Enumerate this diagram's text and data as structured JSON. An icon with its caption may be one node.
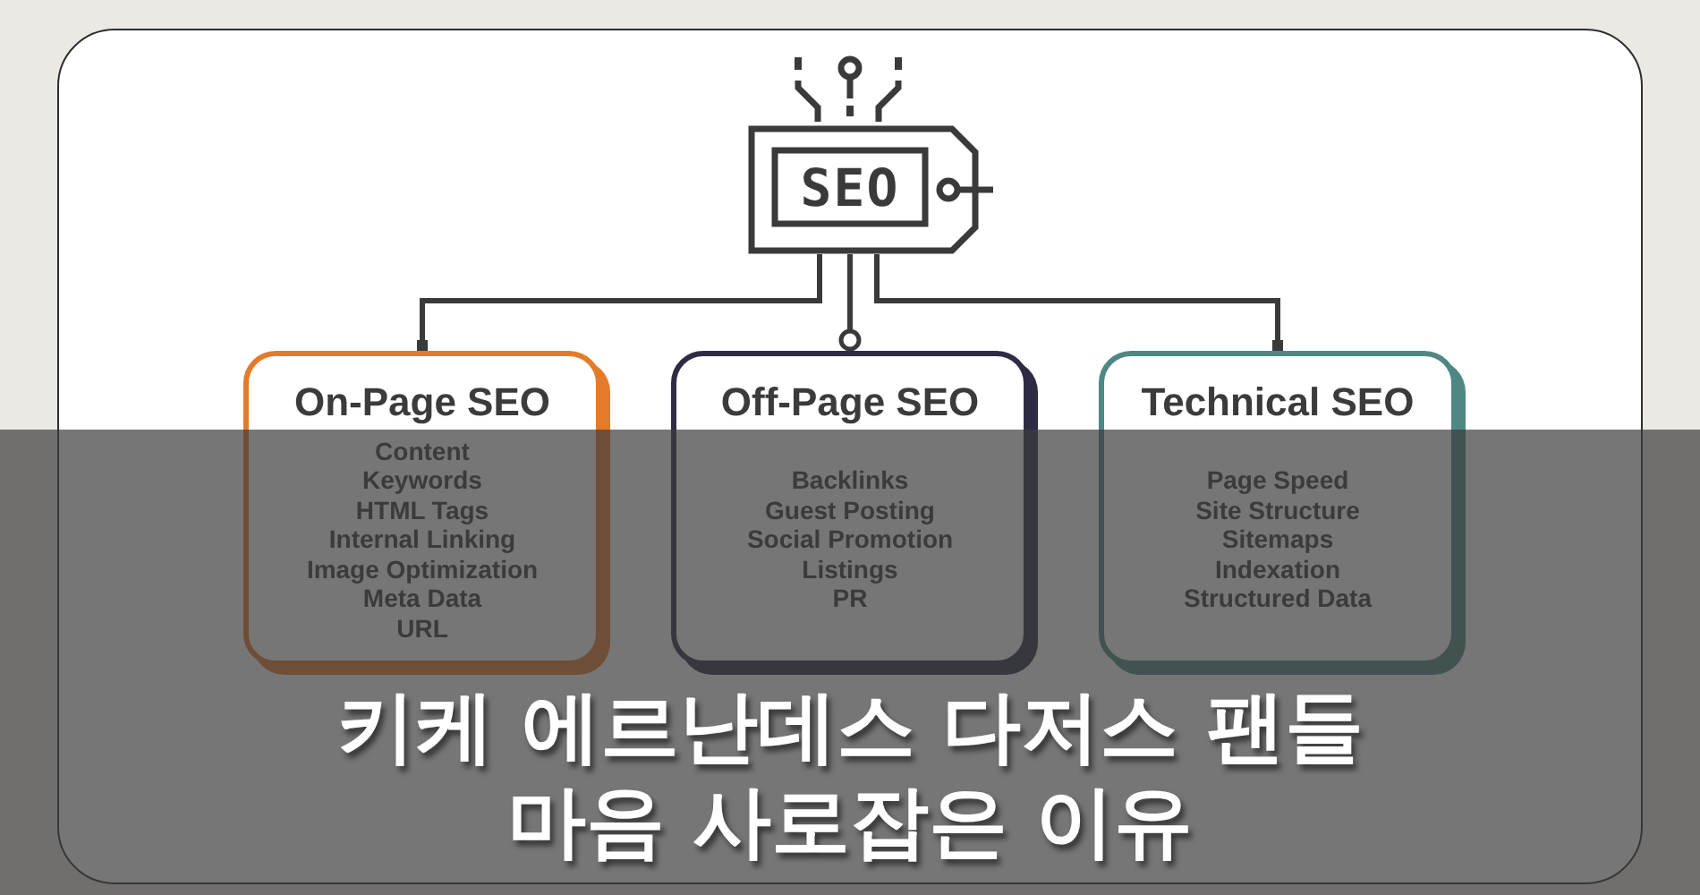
{
  "diagram": {
    "title": "키케 에르난데스 다저스 팬들 마음 사로잡은 이유",
    "nodes": [
      {
        "text": [
          "SEO"
        ]
      },
      {
        "text": [
          "On-Page SEO",
          "Content",
          "Keywords",
          "HTML Tags",
          "Internal Linking",
          "Image Optimization",
          "Meta Data",
          "URL"
        ]
      },
      {
        "text": [
          "Off-Page SEO",
          "Backlinks",
          "Guest Posting",
          "Social Promotion",
          "Listings",
          "PR"
        ]
      },
      {
        "text": [
          "Technical SEO",
          "Page Speed",
          "Site Structure",
          "Sitemaps",
          "Indexation",
          "Structured Data"
        ]
      }
    ],
    "edges": [
      {
        "from": 0,
        "to": 1,
        "arrow": "other"
      },
      {
        "from": 0,
        "to": 2,
        "arrow": "other"
      },
      {
        "from": 0,
        "to": 3,
        "arrow": "other"
      }
    ]
  }
}
